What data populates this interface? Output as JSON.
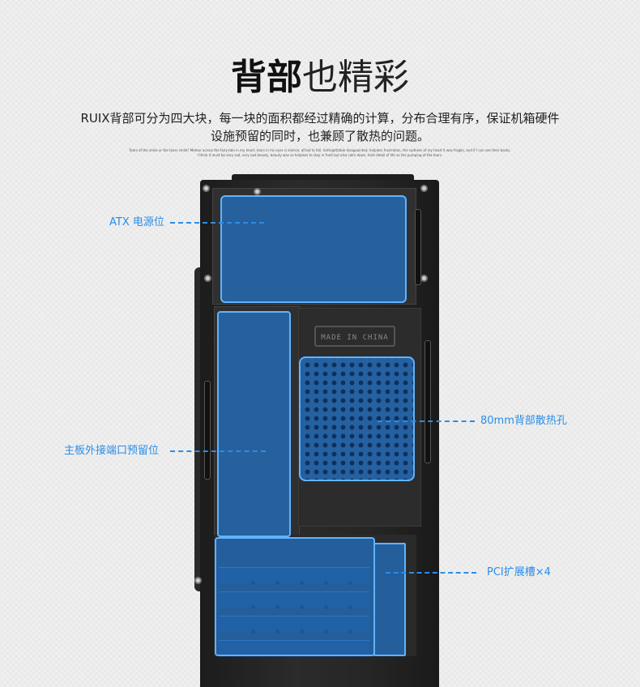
{
  "title": {
    "bold": "背部",
    "light": "也精彩"
  },
  "description": {
    "line1": "RUIX背部可分为四大块，每一块的面积都经过精确的计算，分布合理有序，保证机箱硬件",
    "line2": "设施预留的同时，也兼顾了散热的问题。"
  },
  "fine_print": {
    "line1": "Tears of the smile or the tears smile? Meteor across the fairy-tale in my heart, tears in his eyes is silence, afraid to fall. Unforgettable disappointed, helpless frustration, the sadness of my heart it was fragile, and if I can see their backs.",
    "line2": "I think it must be very sad, very sad beauty, beauty was so helpless to stay in front but also calm down, faint detail of life as the pumping of the tears."
  },
  "case": {
    "stamp": "MADE IN CHINA"
  },
  "callouts": {
    "psu": "ATX 电源位",
    "fan": "80mm背部散热孔",
    "io": "主板外接端口预留位",
    "pci": "PCI扩展槽×4"
  },
  "colors": {
    "accent": "#2a8de8",
    "overlay": "#2373c8",
    "case": "#262626"
  }
}
